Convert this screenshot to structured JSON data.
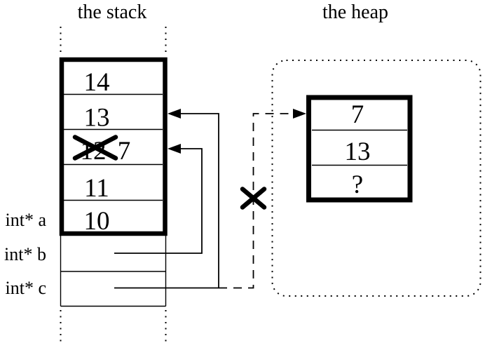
{
  "figure": {
    "background_color": "#ffffff",
    "ink_color": "#000000",
    "stack": {
      "title": "the stack",
      "frame_cells": [
        {
          "value": "14"
        },
        {
          "value": "13"
        },
        {
          "value": "12",
          "crossed_out": true,
          "new_value": "7"
        },
        {
          "value": "11"
        },
        {
          "value": "10"
        }
      ],
      "pointer_slots": [
        {
          "label": "int* a"
        },
        {
          "label": "int* b"
        },
        {
          "label": "int* c"
        }
      ]
    },
    "heap": {
      "title": "the heap",
      "block_cells": [
        {
          "value": "7"
        },
        {
          "value": "13"
        },
        {
          "value": "?"
        }
      ]
    },
    "pointers": [
      {
        "from": "int* b",
        "to": "stack cell 12 (overwritten with 7)",
        "style": "solid",
        "crossed_out": false
      },
      {
        "from": "int* c",
        "to": "stack cell 13",
        "style": "solid",
        "crossed_out": false
      },
      {
        "from": "int* c",
        "to": "heap cell 7",
        "style": "dashed",
        "crossed_out": true
      }
    ]
  }
}
